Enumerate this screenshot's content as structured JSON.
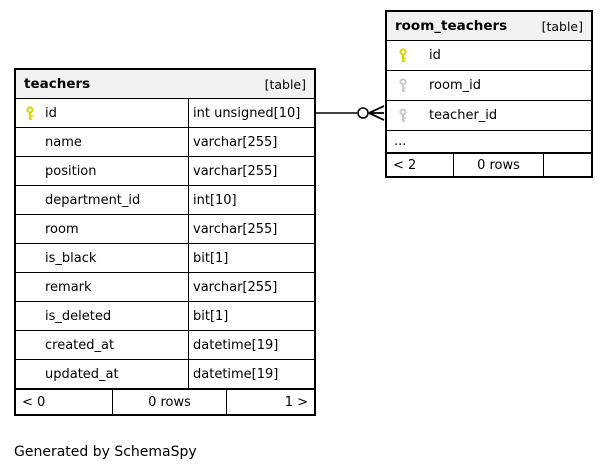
{
  "caption": "Generated by SchemaSpy",
  "colors": {
    "header_background": "#f2f2f2",
    "border": "#000000",
    "primary_key": "#d6d600",
    "foreign_key": "#c9c9c9"
  },
  "tables": [
    {
      "name": "teachers",
      "tag": "[table]",
      "columns": [
        {
          "name": "id",
          "type": "int unsigned[10]",
          "key": "primary-key-icon"
        },
        {
          "name": "name",
          "type": "varchar[255]",
          "key": ""
        },
        {
          "name": "position",
          "type": "varchar[255]",
          "key": ""
        },
        {
          "name": "department_id",
          "type": "int[10]",
          "key": ""
        },
        {
          "name": "room",
          "type": "varchar[255]",
          "key": ""
        },
        {
          "name": "is_black",
          "type": "bit[1]",
          "key": ""
        },
        {
          "name": "remark",
          "type": "varchar[255]",
          "key": ""
        },
        {
          "name": "is_deleted",
          "type": "bit[1]",
          "key": ""
        },
        {
          "name": "created_at",
          "type": "datetime[19]",
          "key": ""
        },
        {
          "name": "updated_at",
          "type": "datetime[19]",
          "key": ""
        }
      ],
      "footer": {
        "left": "< 0",
        "center": "0 rows",
        "right": "1 >"
      }
    },
    {
      "name": "room_teachers",
      "tag": "[table]",
      "columns": [
        {
          "name": "id",
          "key": "primary-key-icon"
        },
        {
          "name": "room_id",
          "key": "foreign-key-icon"
        },
        {
          "name": "teacher_id",
          "key": "foreign-key-icon"
        }
      ],
      "ellipsis": "...",
      "footer": {
        "left": "< 2",
        "center": "0 rows",
        "right": ""
      }
    }
  ],
  "relationship": {
    "from": "teachers.id",
    "to": "room_teachers.teacher_id",
    "marker": "zero-or-many-crowfoot"
  }
}
